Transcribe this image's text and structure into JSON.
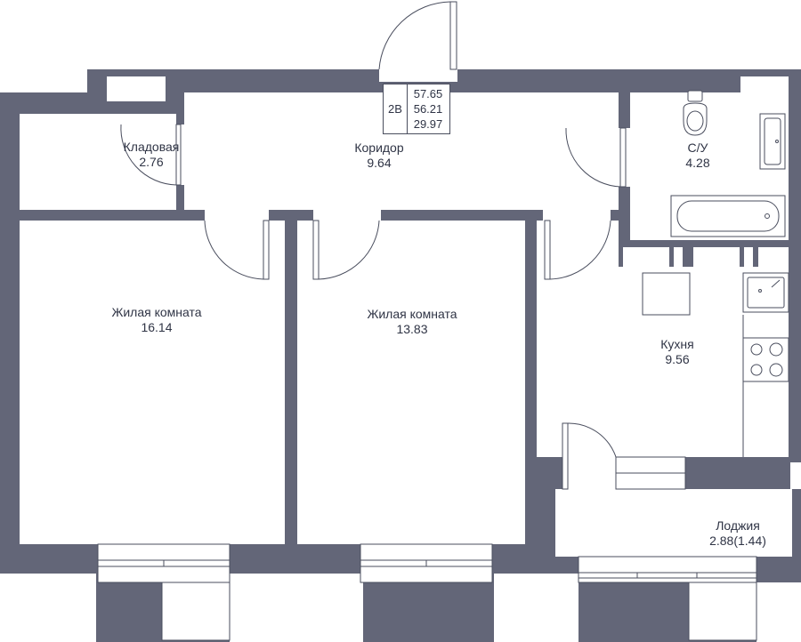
{
  "apartment": {
    "type": "2В",
    "total_area": "57.65",
    "living_total": "56.21",
    "living_area": "29.97"
  },
  "rooms": [
    {
      "id": "storage",
      "name": "Кладовая",
      "area": "2.76"
    },
    {
      "id": "corridor",
      "name": "Коридор",
      "area": "9.64"
    },
    {
      "id": "bathroom",
      "name": "С/У",
      "area": "4.28"
    },
    {
      "id": "living1",
      "name": "Жилая комната",
      "area": "16.14"
    },
    {
      "id": "living2",
      "name": "Жилая комната",
      "area": "13.83"
    },
    {
      "id": "kitchen",
      "name": "Кухня",
      "area": "9.56"
    },
    {
      "id": "loggia",
      "name": "Лоджия",
      "area": "2.88(1.44)"
    }
  ],
  "colors": {
    "wall": "#636678",
    "line": "#4a4e5e",
    "floor": "#ffffff",
    "text": "#2f3445"
  }
}
